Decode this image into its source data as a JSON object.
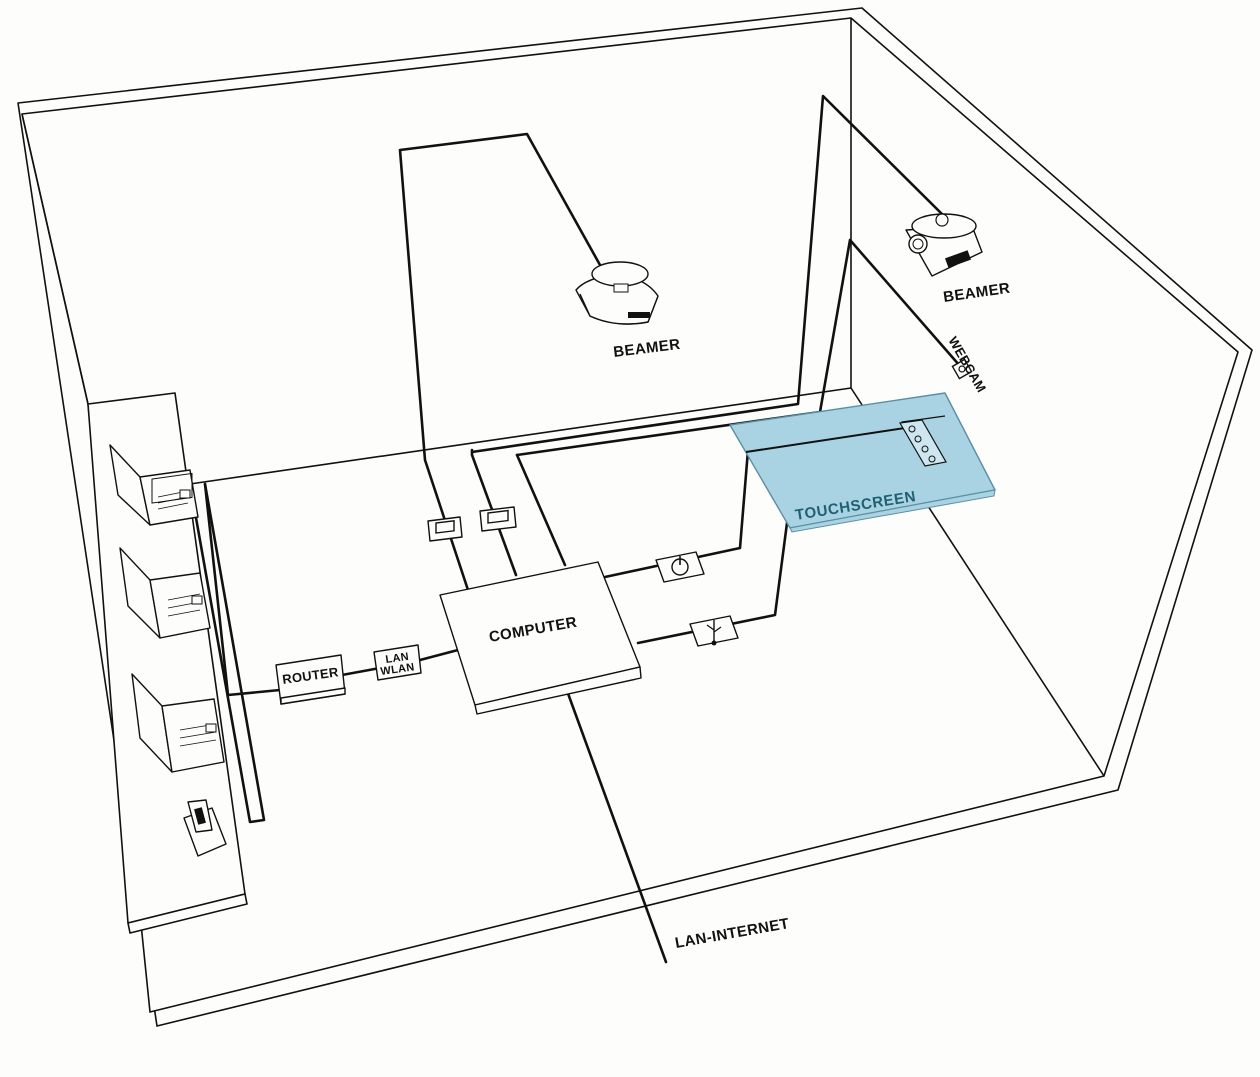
{
  "labels": {
    "beamer_left": "BEAMER",
    "beamer_right": "BEAMER",
    "webcam": "WEBCAM",
    "touchscreen": "TOUCHSCREEN",
    "computer": "COMPUTER",
    "router": "ROUTER",
    "lan_wlan_line1": "LAN",
    "lan_wlan_line2": "WLAN",
    "lan_internet": "LAN-INTERNET"
  },
  "colors": {
    "touchscreen_fill": "#a9d3e3",
    "touchscreen_text": "#1f5f73",
    "line": "#111111"
  },
  "icons": {
    "hdmi_port_1": "hdmi-port-icon",
    "hdmi_port_2": "hdmi-port-icon",
    "power": "power-icon",
    "usb": "usb-icon"
  }
}
